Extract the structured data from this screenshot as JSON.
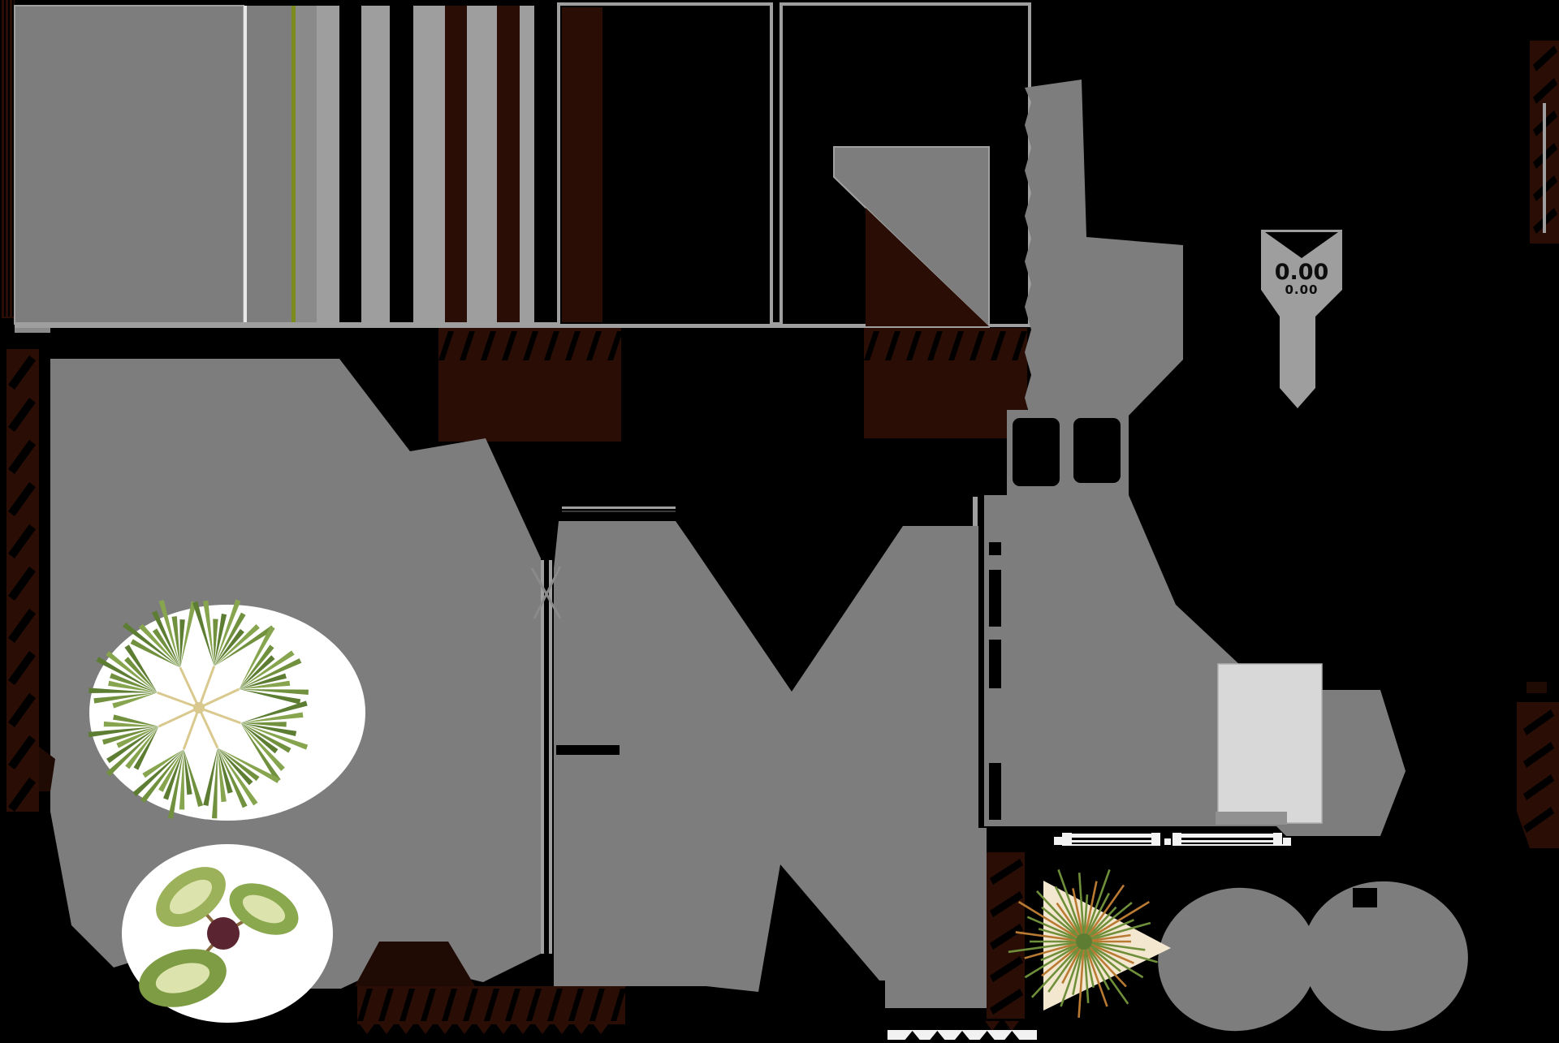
{
  "drawing": {
    "kind_label": "architectural plan fragment on transparent-black background",
    "datum_marker": {
      "line1": "0.00",
      "line2": "0.00"
    },
    "scale_bar": {
      "segments": 6
    },
    "plants": [
      "fan-palm-top-view",
      "broadleaf-plant-top-view",
      "ornamental-grass-top-view"
    ]
  },
  "palette": {
    "bg": "#000000",
    "gray": "#7d7d7d",
    "grayMid": "#8a8a8a",
    "grayLight": "#9e9e9e",
    "outline": "#9f9f9f",
    "pale": "#d8d8d8",
    "paleBand": "#919191",
    "maroon": "#2a0e06",
    "maroonDeep": "#200a04",
    "white": "#ffffff",
    "olive": "#7c8c1c",
    "ink": "#0d0d0d",
    "fence": "#f2f2f2",
    "palmGreen1": "#71913f",
    "palmGreen2": "#5d7d33",
    "palmGreen3": "#86a54e",
    "palmSpoke": "#d9c98e",
    "leaf1": "#9cb25a",
    "leaf2": "#8aa84e",
    "leaf3": "#7d9c44",
    "leafLight": "#dde3ac",
    "core": "#5a2430",
    "grassGreen": "#6f8f3a",
    "grassOrange": "#b97a33",
    "cream": "#f4e7cf"
  }
}
